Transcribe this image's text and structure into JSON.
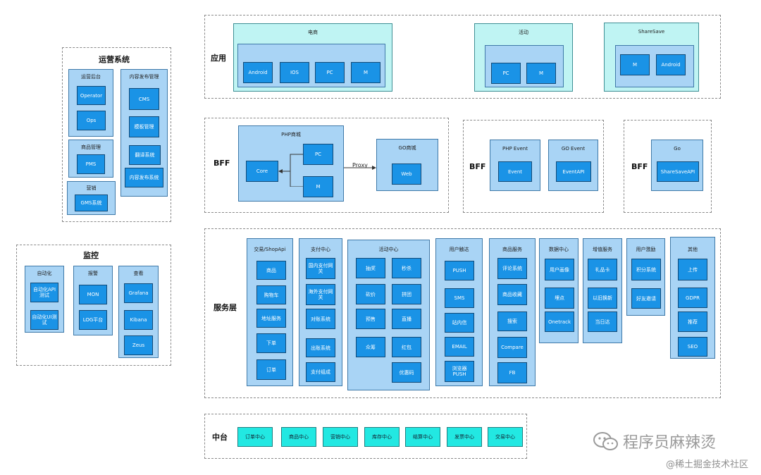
{
  "sections": {
    "yunying": "运营系统",
    "jiankong": "监控",
    "yingyong": "应用",
    "bff1": "BFF",
    "bff2": "BFF",
    "bff3": "BFF",
    "fuwu": "服务层",
    "zhongtai": "中台"
  },
  "yunying": {
    "ops_platform": {
      "title": "运营后台",
      "items": [
        "Operator",
        "Ops"
      ]
    },
    "content": {
      "title": "内容发布管理",
      "items": [
        "CMS",
        "模板管理",
        "翻译系统",
        "内容发布系统"
      ]
    },
    "product": {
      "title": "商品管理",
      "items": [
        "PMS"
      ]
    },
    "marketing": {
      "title": "营销",
      "items": [
        "GMS系统"
      ]
    }
  },
  "jiankong": {
    "auto": {
      "title": "自动化",
      "items": [
        "自动化API测试",
        "自动化UI测试"
      ]
    },
    "alert": {
      "title": "报警",
      "items": [
        "MON",
        "LOG平台"
      ]
    },
    "view": {
      "title": "查看",
      "items": [
        "Grafana",
        "Kibana",
        "Zeus"
      ]
    }
  },
  "apps": {
    "ecom": {
      "title": "电商",
      "items": [
        "Android",
        "IOS",
        "PC",
        "M"
      ]
    },
    "activity": {
      "title": "活动",
      "items": [
        "PC",
        "M"
      ]
    },
    "sharesave": {
      "title": "ShareSave",
      "items": [
        "M",
        "Android"
      ]
    }
  },
  "bff": {
    "php_mall": {
      "title": "PHP商城",
      "core": "Core",
      "pc": "PC",
      "m": "M"
    },
    "proxy_label": "Proxy",
    "go_mall": {
      "title": "GO商城",
      "item": "Web"
    },
    "php_event": {
      "title": "PHP Event",
      "item": "Event"
    },
    "go_event": {
      "title": "GO Event",
      "item": "EventAPI"
    },
    "go": {
      "title": "Go",
      "item": "ShareSaveAPI"
    }
  },
  "services": {
    "trade": {
      "title": "交易/ShopApi",
      "items": [
        "商品",
        "购物车",
        "地址服务",
        "下单",
        "订单"
      ]
    },
    "payment": {
      "title": "支付中心",
      "items": [
        "国内支付网关",
        "海外支付网关",
        "对账系统",
        "出账系统",
        "支付组成"
      ]
    },
    "activity_center": {
      "title": "活动中心",
      "items": [
        "抽奖",
        "秒杀",
        "砍价",
        "拼团",
        "预售",
        "直播",
        "众筹",
        "红包",
        "优惠码"
      ]
    },
    "user_reach": {
      "title": "用户触达",
      "items": [
        "PUSH",
        "SMS",
        "站内信",
        "EMAIL",
        "浏览器PUSH"
      ]
    },
    "product_service": {
      "title": "商品服务",
      "items": [
        "评论系统",
        "商品收藏",
        "搜索",
        "Compare",
        "FB"
      ]
    },
    "data_center": {
      "title": "数据中心",
      "items": [
        "用户画像",
        "埋点",
        "Onetrack"
      ]
    },
    "value_added": {
      "title": "增值服务",
      "items": [
        "礼品卡",
        "以旧换新",
        "当日达"
      ]
    },
    "user_incentive": {
      "title": "用户激励",
      "items": [
        "积分系统",
        "好友邀请"
      ]
    },
    "others": {
      "title": "其他",
      "items": [
        "上传",
        "GDPR",
        "推荐",
        "SEO"
      ]
    }
  },
  "middle": [
    "订单中心",
    "商品中心",
    "营销中心",
    "库存中心",
    "结算中心",
    "发票中心",
    "交易中心"
  ],
  "watermark": {
    "line1": "程序员麻辣烫",
    "line2": "@稀土掘金技术社区"
  }
}
